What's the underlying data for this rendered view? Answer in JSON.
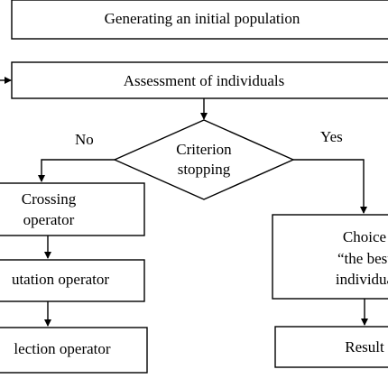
{
  "flowchart": {
    "nodes": {
      "init": {
        "text": "Generating an initial population"
      },
      "assess": {
        "text": "Assessment of individuals"
      },
      "criterion": {
        "line1": "Criterion",
        "line2": "stopping"
      },
      "crossing": {
        "line1": "Crossing",
        "line2": "operator"
      },
      "mutation": {
        "text": "utation operator"
      },
      "selection": {
        "text": "lection operator"
      },
      "choice": {
        "line1": "Choice",
        "line2": "“the best",
        "line3": "individua"
      },
      "result": {
        "text": "Result"
      }
    },
    "edge_labels": {
      "no": "No",
      "yes": "Yes"
    }
  }
}
